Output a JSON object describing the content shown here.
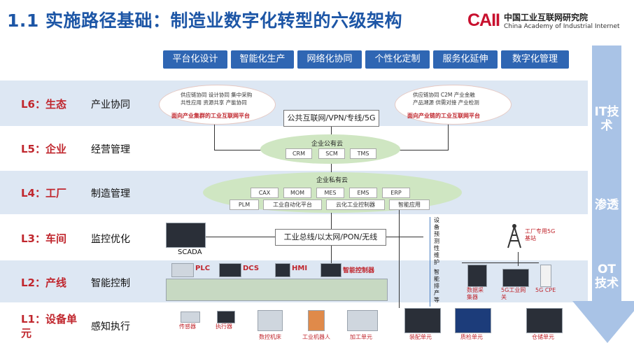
{
  "title": "1.1 实施路径基础：制造业数字化转型的六级架构",
  "logo": {
    "mark": "CAII",
    "cn": "中国工业互联网研究院",
    "en": "China Academy of Industrial Internet"
  },
  "top_chips": [
    "平台化设计",
    "智能化生产",
    "网络化协同",
    "个性化定制",
    "服务化延伸",
    "数字化管理"
  ],
  "levels": [
    {
      "code": "L6：生态",
      "name": "产业协同"
    },
    {
      "code": "L5：企业",
      "name": "经营管理"
    },
    {
      "code": "L4：工厂",
      "name": "制造管理"
    },
    {
      "code": "L3：车间",
      "name": "监控优化"
    },
    {
      "code": "L2：产线",
      "name": "智能控制"
    },
    {
      "code": "L1：设备单元",
      "name": "感知执行"
    }
  ],
  "l6": {
    "left_cloud": {
      "rows": [
        "供应链协同",
        "设计协同",
        "集中采购",
        "共性应用",
        "资源共享",
        "产能协同"
      ],
      "caption": "面向产业集群的工业互联网平台"
    },
    "right_cloud": {
      "rows": [
        "供应链协同",
        "C2M",
        "产业金融",
        "产品溯源",
        "供需对接",
        "产业检测"
      ],
      "caption": "面向产业链的工业互联网平台"
    },
    "network": "公共互联网/VPN/专线/5G"
  },
  "l5": {
    "cloud_title": "企业公有云",
    "tags": [
      "CRM",
      "SCM",
      "TMS"
    ]
  },
  "l4": {
    "cloud_title": "企业私有云",
    "row1": [
      "CAX",
      "MOM",
      "MES",
      "EMS",
      "ERP"
    ],
    "row2": [
      "PLM",
      "工业自动化平台",
      "云化工业控制器",
      "智能应用"
    ]
  },
  "l3": {
    "scada_label": "SCADA",
    "bus_label": "工业总线/以太网/PON/无线",
    "maintenance_label": "设备预测性维护",
    "scheduling_label": "智能排产等",
    "base_station_label": "工厂专用5G基站"
  },
  "l2": {
    "devices": [
      "PLC",
      "DCS",
      "HMI",
      "智能控制器"
    ]
  },
  "l1": {
    "devices": [
      "传感器",
      "执行器",
      "数控机床",
      "工业机器人",
      "加工单元",
      "装配单元",
      "质检单元",
      "仓储单元"
    ],
    "right_devices": [
      "数据采集器",
      "5G工业网关",
      "5G CPE"
    ]
  },
  "side_arrow": {
    "top": "IT技术",
    "mid": "渗透",
    "bottom": "OT技术"
  },
  "colors": {
    "brand_blue": "#1d56a6",
    "chip_blue": "#2f66b3",
    "level_red": "#c0262d",
    "arrow_blue": "#a9c3e6"
  }
}
